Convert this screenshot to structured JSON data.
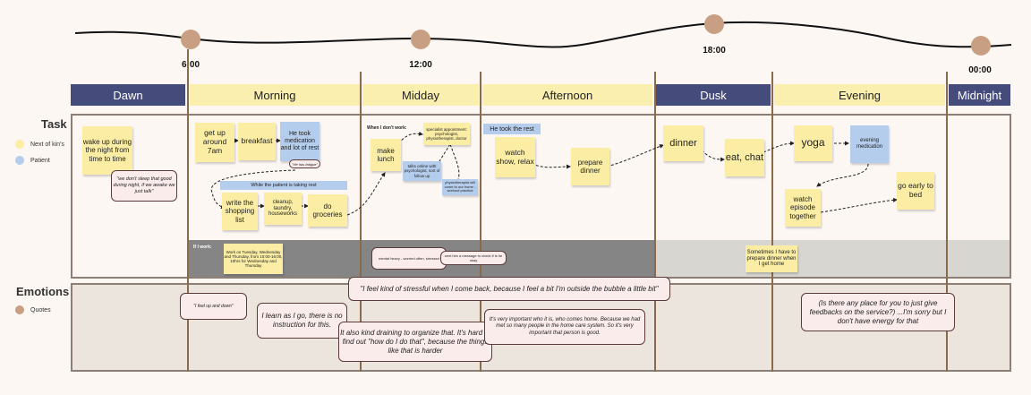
{
  "timeline": {
    "times": [
      "6:00",
      "12:00",
      "18:00",
      "00:00"
    ]
  },
  "phases": [
    "Dawn",
    "Morning",
    "Midday",
    "Afternoon",
    "Dusk",
    "Evening",
    "Midnight"
  ],
  "sections": {
    "task": "Task",
    "emotions": "Emotions"
  },
  "legend": {
    "next_of_kin": "Next of kin's",
    "patient": "Patient",
    "quotes": "Quotes"
  },
  "colors": {
    "phase_dark": "#454b7a",
    "phase_light": "#fbefb0",
    "sticky_yellow": "#fbeea4",
    "sticky_blue": "#b5cdec",
    "quote_pink": "#fbecec",
    "dot_brown": "#c89f82"
  },
  "task": {
    "wake_up": "wake up during the night from time to time",
    "q_sleep": "\"we don't sleep that good during night, if we awake we just talk\"",
    "get_up": "get up around 7am",
    "breakfast": "breakfast",
    "medication": "He took medication and lot of rest",
    "q_fatigue": "\"He has fatigue\"",
    "while_rest": "While the patient is taking rest",
    "shopping": "write the shopping list",
    "cleanup": "cleanup, laundry, houseworks",
    "groceries": "do groceries",
    "when_dont_work": "When I don't work:",
    "make_lunch": "make lunch",
    "specialist": "specialist appointment: psychologist, physiotherapist, doctor",
    "talks_online": "talks online with psychologist, sort of follow up",
    "physio": "physiotherapist will come to our home - workout practice",
    "took_rest": "He took the rest",
    "watch_show": "watch show, relax",
    "prepare_dinner": "prepare dinner",
    "dinner": "dinner",
    "eat_chat": "eat, chat",
    "yoga": "yoga",
    "evening_med": "evening medication",
    "watch_episode": "watch episode together",
    "go_bed": "go early to bed"
  },
  "work": {
    "if_i_work": "If I work:",
    "schedule": "Work on Tuesday, Wednesday and Thursday, from 10:00-16:00, 10hrs for Wednesday and Thursday",
    "mental_heavy": "mental heavy - worried often, stressed",
    "send_message": "sent him a message to check if is he okay",
    "sometimes": "Sometimes I have to prepare dinner when I get home"
  },
  "quotes": {
    "fed_up": "\"I feel up and down\"",
    "learn": "I learn as I go, there is no instruction for this.",
    "stressful": "\"I feel kind of stressful when I come back, because I feel a bit I'm outside the bubble a little bit\"",
    "draining": "It also kind draining to organize that. It's hard to find out \"how do I do that\", because the things like that is harder",
    "important": "It's very important who it is, who comes home. Because we had met so many people in the home care system. So it's very important that person is good.",
    "feedback": "(Is there any place for you to just give feedbacks on the service?) ...I'm sorry but I don't have energy for that"
  }
}
